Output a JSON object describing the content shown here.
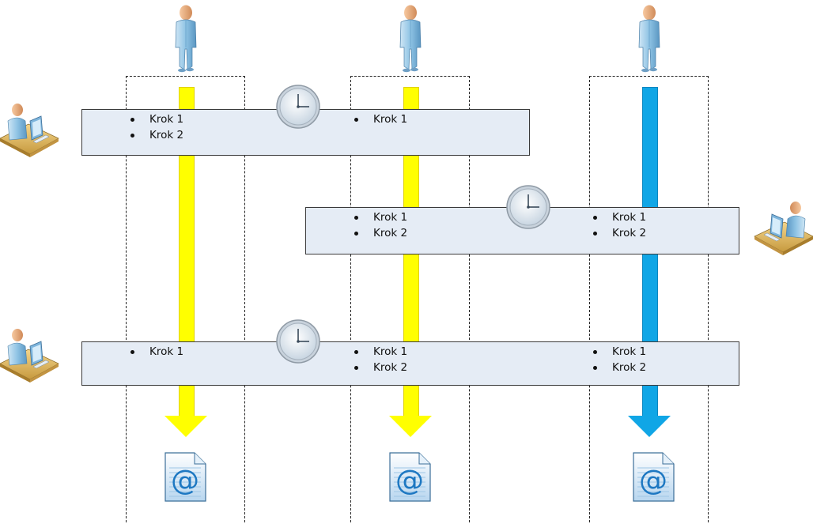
{
  "colors": {
    "flow_yellow": "#ffff00",
    "flow_blue": "#10a6e6",
    "phase_fill": "#e5ecf5",
    "phase_border": "#3a3a3a",
    "lane_border": "#222222"
  },
  "icons": {
    "actor": "person-icon",
    "workstation": "computer-user-icon",
    "timer": "clock-icon",
    "output": "email-document-icon"
  },
  "lanes": [
    {
      "flow_color": "yellow"
    },
    {
      "flow_color": "yellow"
    },
    {
      "flow_color": "blue"
    }
  ],
  "phases": [
    {
      "cells": [
        {
          "items": [
            "Krok 1",
            "Krok 2"
          ]
        },
        {
          "items": [
            "Krok 1"
          ]
        }
      ]
    },
    {
      "cells": [
        {
          "items": [
            "Krok 1",
            "Krok 2"
          ]
        },
        {
          "items": [
            "Krok 1",
            "Krok 2"
          ]
        }
      ]
    },
    {
      "cells": [
        {
          "items": [
            "Krok 1"
          ]
        },
        {
          "items": [
            "Krok 1",
            "Krok 2"
          ]
        },
        {
          "items": [
            "Krok 1",
            "Krok 2"
          ]
        }
      ]
    }
  ]
}
